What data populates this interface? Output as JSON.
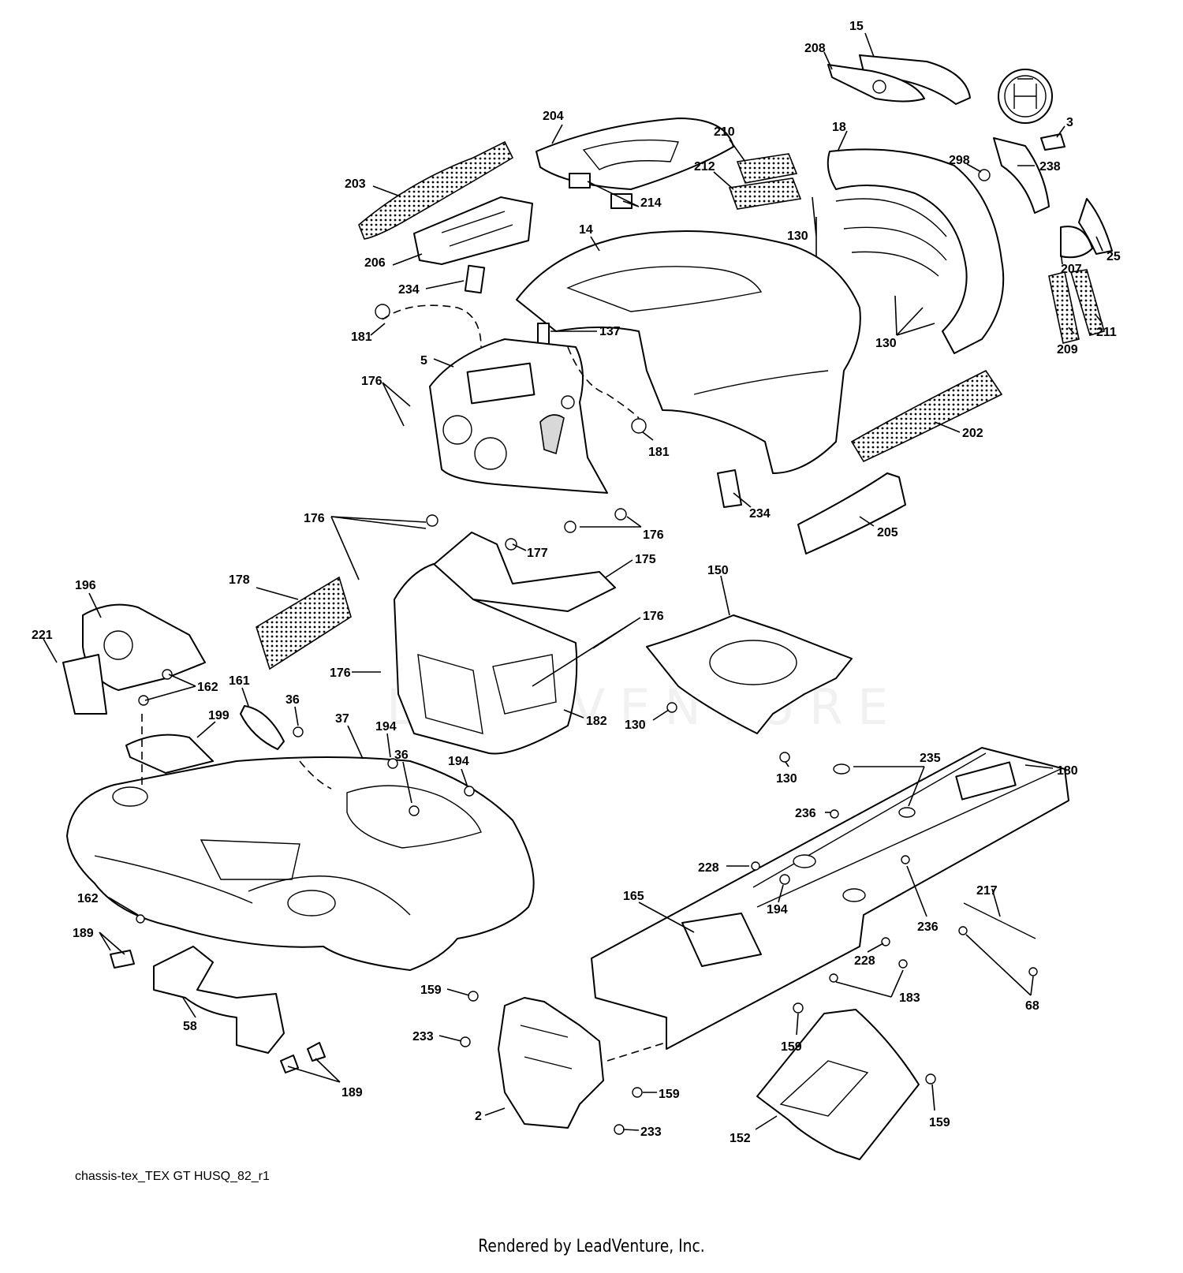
{
  "diagram_id": "chassis-tex_TEX GT HUSQ_82_r1",
  "footer": "Rendered by LeadVenture, Inc.",
  "watermark": "LEADVENTURE",
  "callouts": [
    "15",
    "208",
    "3",
    "204",
    "210",
    "212",
    "18",
    "298",
    "238",
    "203",
    "214",
    "130",
    "25",
    "206",
    "14",
    "207",
    "234",
    "130",
    "181",
    "137",
    "209",
    "211",
    "5",
    "176",
    "181",
    "202",
    "234",
    "205",
    "176",
    "176",
    "177",
    "175",
    "150",
    "178",
    "196",
    "176",
    "221",
    "162",
    "176",
    "161",
    "36",
    "182",
    "199",
    "37",
    "194",
    "36",
    "194",
    "130",
    "130",
    "235",
    "180",
    "236",
    "228",
    "162",
    "165",
    "194",
    "236",
    "217",
    "189",
    "228",
    "183",
    "58",
    "159",
    "68",
    "233",
    "159",
    "189",
    "159",
    "2",
    "233",
    "159",
    "152"
  ]
}
